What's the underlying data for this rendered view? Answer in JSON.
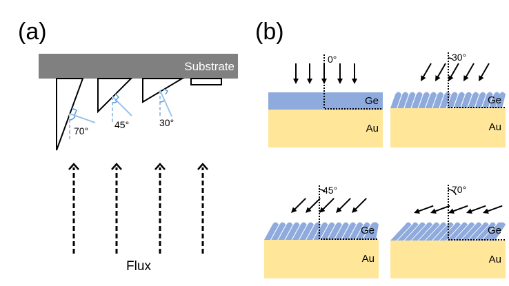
{
  "panel_a": {
    "label": "(a)",
    "substrate_label": "Substrate",
    "flux_label": "Flux",
    "angles": [
      {
        "value": "70°",
        "deg": 70
      },
      {
        "value": "45°",
        "deg": 45
      },
      {
        "value": "30°",
        "deg": 30
      }
    ],
    "flux_arrow_count": 4
  },
  "panel_b": {
    "label": "(b)",
    "subpanels": [
      {
        "angle": "0°",
        "deg": 0,
        "film_label": "Ge",
        "substrate_label": "Au",
        "film": "continuous"
      },
      {
        "angle": "30°",
        "deg": 30,
        "film_label": "Ge",
        "substrate_label": "Au",
        "film": "columns"
      },
      {
        "angle": "45°",
        "deg": 45,
        "film_label": "Ge",
        "substrate_label": "Au",
        "film": "columns"
      },
      {
        "angle": "70°",
        "deg": 70,
        "film_label": "Ge",
        "substrate_label": "Au",
        "film": "columns"
      }
    ]
  },
  "colors": {
    "substrate": "#808080",
    "ge": "#8faadc",
    "au": "#ffe699",
    "normal_line": "#9dc3e6",
    "angle_mark": "#5b9bd5"
  }
}
